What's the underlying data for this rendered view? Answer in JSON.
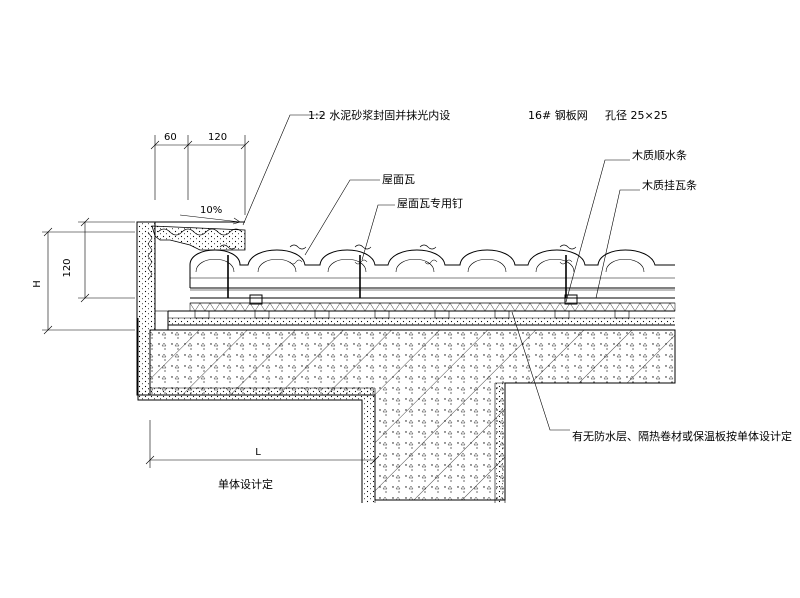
{
  "labels": {
    "mortar_note": "1:2  水泥砂浆封固并抹光内设",
    "mesh_note": "16#  钢板网",
    "hole_note": "孔径   25×25",
    "counter_batten": "木质顺水条",
    "tile_batten": "木质挂瓦条",
    "roof_tile": "屋面瓦",
    "tile_nail": "屋面瓦专用钉",
    "insulation_note": "有无防水层、隔热卷材或保温板按单体设计定",
    "unit_design": "单体设计定"
  },
  "dimensions": {
    "d60": "60",
    "d120_top": "120",
    "slope": "10%",
    "d120_side": "120",
    "H": "H",
    "L": "L"
  }
}
